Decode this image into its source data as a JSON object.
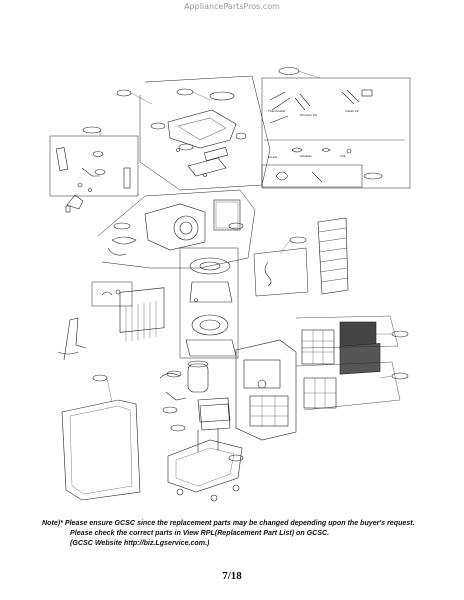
{
  "watermark": "AppliancePartsPros.com",
  "note": {
    "line1": "Note)* Please ensure GCSC since the replacement parts may be changed depending upon the buyer's request.",
    "line2": "Please check  the correct parts in View RPL(Replacement Part List) on GCSC.",
    "line3": "(GCSC Website  http://biz.Lgservice.com.)"
  },
  "page_number": "7/18"
}
